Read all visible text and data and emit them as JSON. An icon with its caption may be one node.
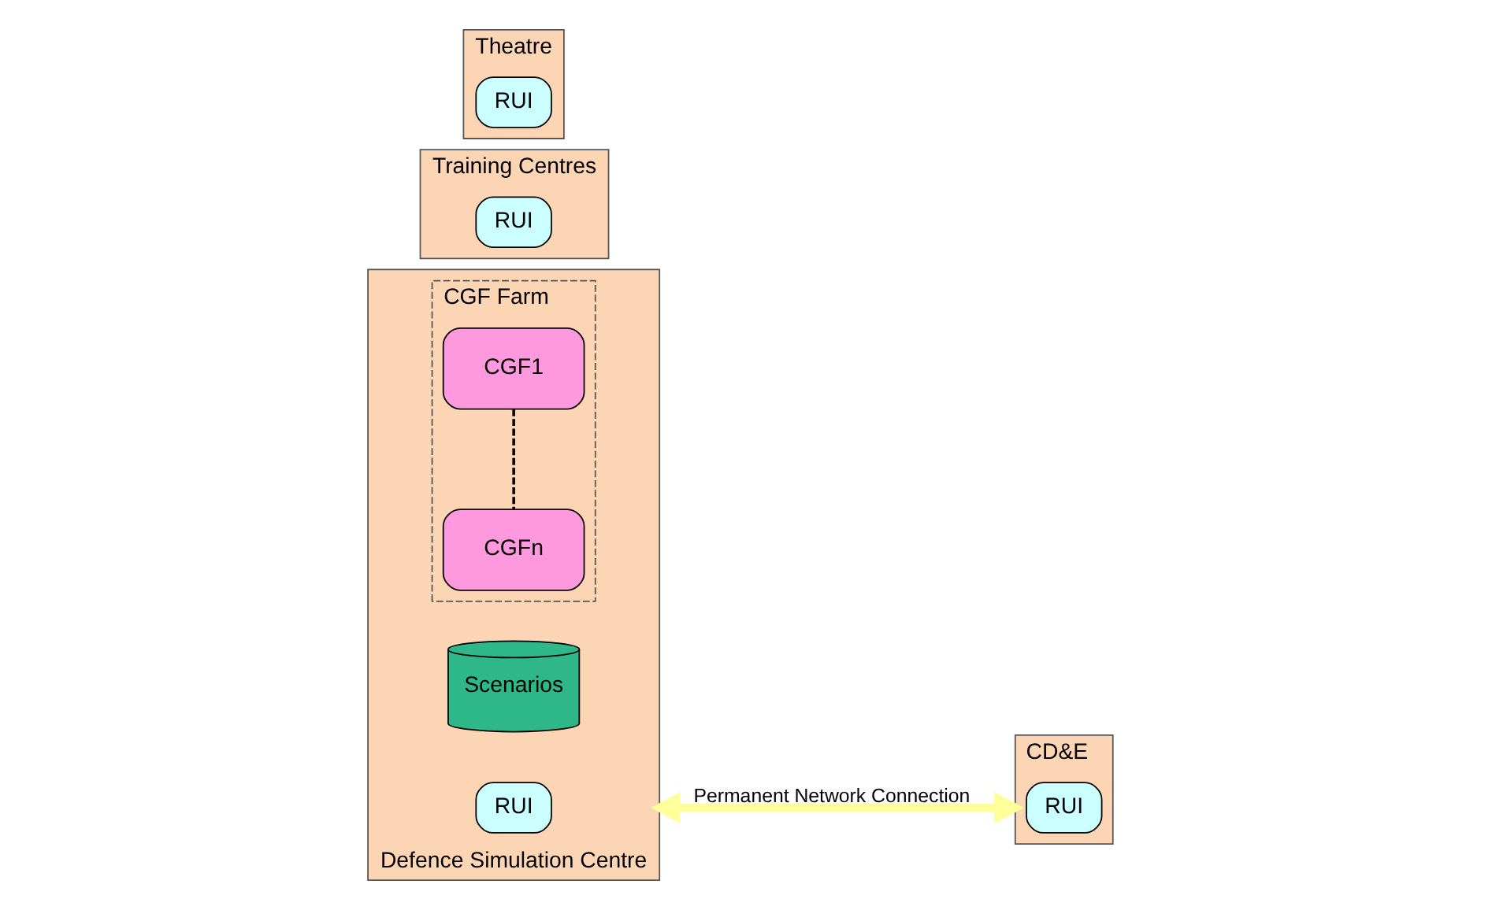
{
  "diagram": {
    "nodes": [
      {
        "text": [
          "Defence Simulation Centre"
        ]
      },
      {
        "text": [
          "CGF Farm"
        ],
        "in": 0
      },
      {
        "text": [
          "CGF1"
        ],
        "in": 1
      },
      {
        "text": [
          "CGFn"
        ],
        "in": 1
      },
      {
        "text": [
          "Scenarios"
        ],
        "in": 0
      },
      {
        "text": [
          "RUI"
        ],
        "in": 0
      },
      {
        "text": [
          "Training Centres"
        ]
      },
      {
        "text": [
          "RUI"
        ],
        "in": 6
      },
      {
        "text": [
          "CD&E"
        ]
      },
      {
        "text": [
          "RUI"
        ],
        "in": 8
      },
      {
        "text": [
          "Theatre"
        ]
      },
      {
        "text": [
          "RUI"
        ],
        "in": 10
      }
    ],
    "edges": [
      {
        "from": 2,
        "to": 3,
        "arrow": "none",
        "style": "dashed"
      },
      {
        "from": 0,
        "to": 8,
        "arrow": "both",
        "label": "Permanent Network Connection",
        "style": "thick",
        "color": "#ffff99"
      }
    ]
  }
}
